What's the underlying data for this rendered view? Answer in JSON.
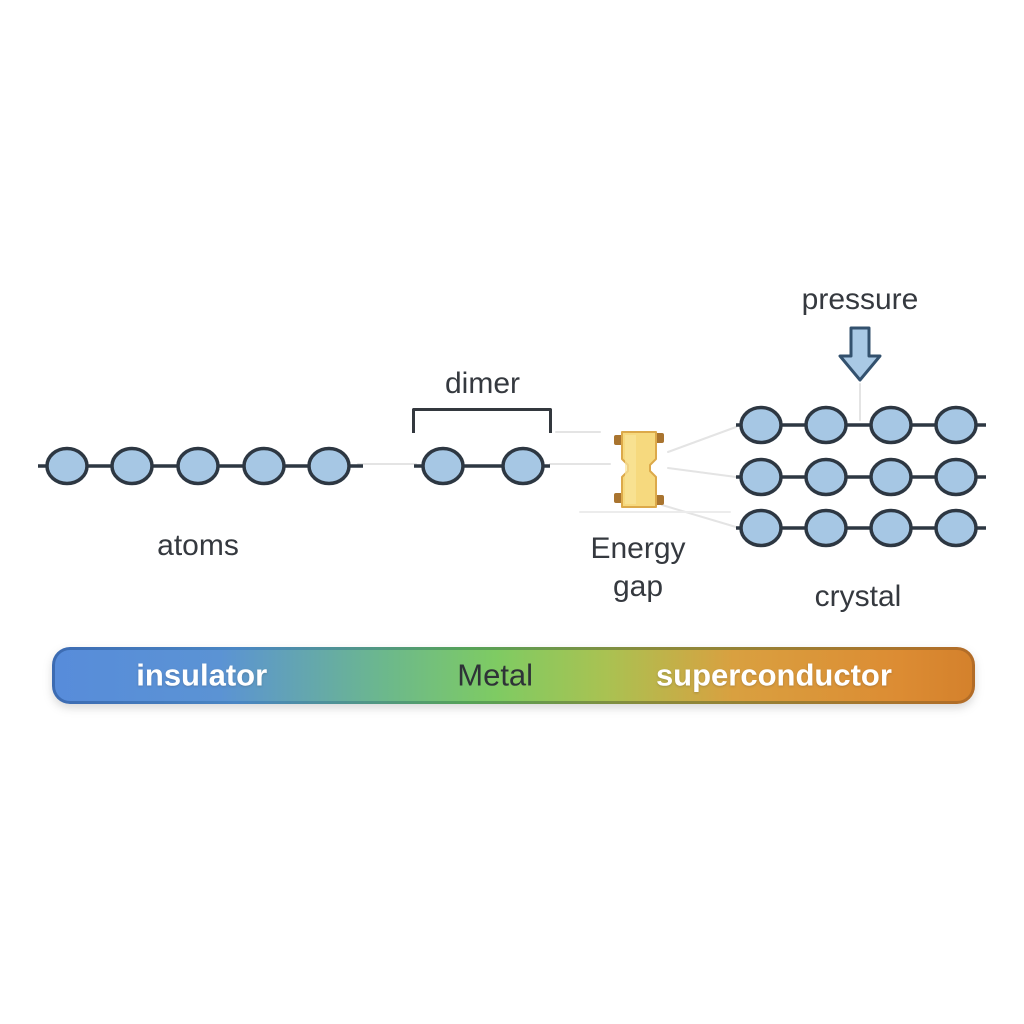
{
  "figure": {
    "atoms": {
      "label": "atoms",
      "atom_count": 5
    },
    "dimer": {
      "label": "dimer",
      "atom_count": 2
    },
    "energy_gap": {
      "label_line1": "Energy",
      "label_line2": "gap"
    },
    "pressure": {
      "label": "pressure"
    },
    "crystal": {
      "label": "crystal",
      "row_count": 3,
      "atoms_per_row": 4
    }
  },
  "phase_bar": {
    "insulator": "insulator",
    "metal": "Metal",
    "superconductor": "superconductor"
  },
  "colors": {
    "atom_fill": "#a6c7e4",
    "atom_stroke": "#2d3742",
    "bond_line": "#2d3742",
    "energy_gap_fill": "#f6d97e",
    "energy_gap_accent": "#a9742f",
    "arrow_fill": "#a9c9e5",
    "arrow_stroke": "#33516e",
    "bar_blue": "#578cda",
    "bar_green": "#7ecb63",
    "bar_orange": "#dc8c33",
    "label_text": "#35393f"
  }
}
